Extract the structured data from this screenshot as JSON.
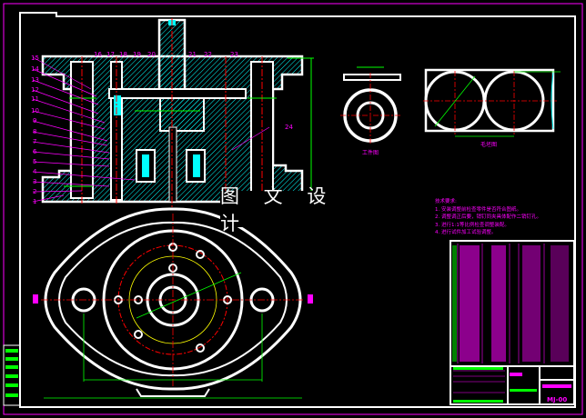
{
  "drawing": {
    "watermark": "图 文 设 计",
    "callouts_left": [
      "15",
      "14",
      "13",
      "12",
      "11",
      "10",
      "9",
      "8",
      "7",
      "6",
      "5",
      "4",
      "3",
      "2",
      "1"
    ],
    "callouts_top": [
      "16",
      "17",
      "18",
      "19",
      "20",
      "21",
      "22",
      "23"
    ],
    "callout_right": "24",
    "workpiece_view_label": "工件图",
    "blank_view_label": "毛坯图",
    "technical_requirements": {
      "title": "技术要求:",
      "items": [
        "1. 安装调整前检查零件是否符合图纸。",
        "2. 调整调正后要，销钉同夹具体配作二销钉孔。",
        "3. 进行1:1等比例检查调整装配。",
        "4. 进行试件加工试验调整。"
      ]
    },
    "title_block": {
      "drawing_number": "MJ-00"
    },
    "colors": {
      "outline": "#ffffff",
      "border": "#ff00ff",
      "dimension": "#00ff00",
      "centerline": "#ff0000",
      "hatch": "#00ffff"
    }
  }
}
